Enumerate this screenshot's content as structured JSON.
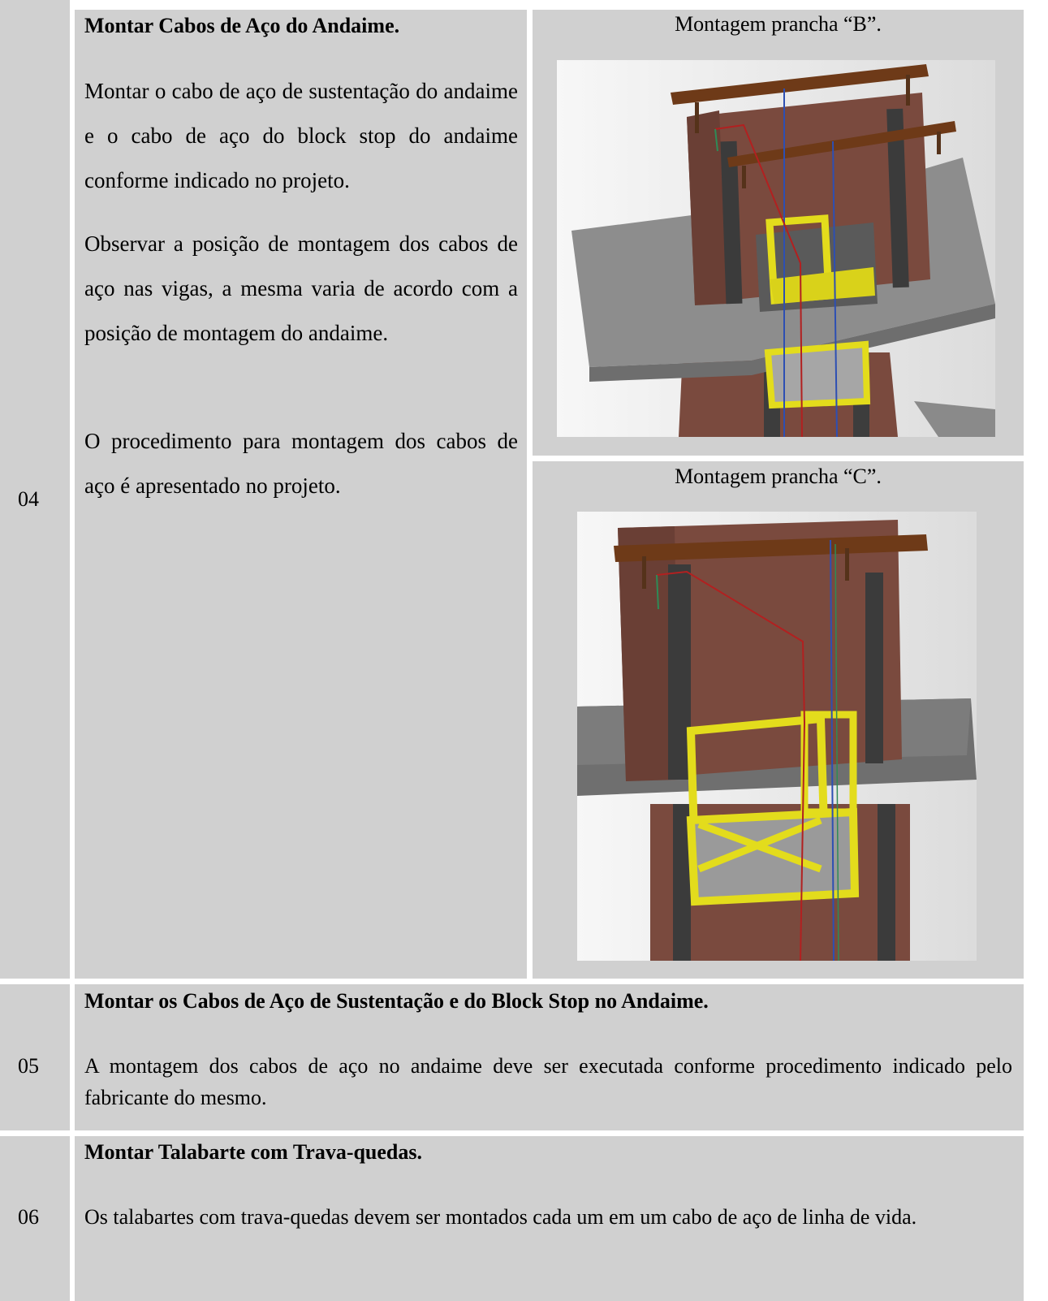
{
  "rows": [
    {
      "step": "04",
      "title": "Montar Cabos de Aço do Andaime.",
      "paragraphs": [
        "Montar o cabo de aço de sustentação do andaime e o cabo de aço do block stop do andaime conforme indicado no projeto.",
        "Observar a posição de montagem dos cabos de aço nas vigas, a mesma varia de acordo com a posição de montagem do andaime.",
        "O procedimento para montagem dos cabos de aço é apresentado no projeto."
      ],
      "figures": [
        {
          "caption": "Montagem prancha “B”."
        },
        {
          "caption": "Montagem prancha “C”."
        }
      ]
    },
    {
      "step": "05",
      "title": "Montar os Cabos de Aço de Sustentação e do Block Stop no Andaime.",
      "text": "A montagem dos cabos de aço no andaime deve ser executada conforme procedimento indicado pelo fabricante do mesmo."
    },
    {
      "step": "06",
      "title": "Montar Talabarte com Trava-quedas.",
      "text": "Os talabartes com trava-quedas devem ser montados cada um em um cabo de aço de linha de vida."
    }
  ],
  "colors": {
    "cell_bg": "#d0d0d0",
    "wall": "#7a4a3e",
    "beam": "#6e3a18",
    "slab": "#8c8c8c",
    "scaffold": "#e3dc1c"
  }
}
